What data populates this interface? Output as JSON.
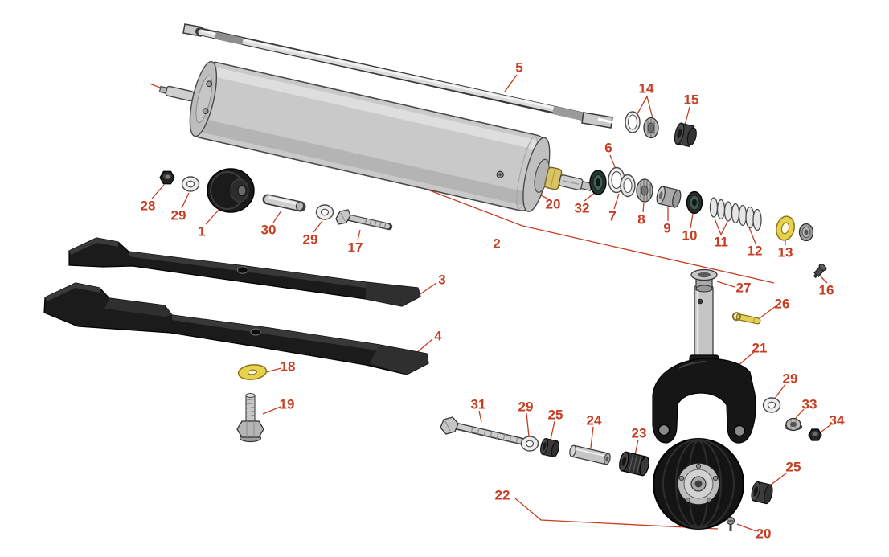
{
  "diagram": {
    "colors": {
      "background": "#ffffff",
      "callout": "#c63d21",
      "body_gray": "#c9c9c9",
      "accent_yellow": "#e7d24b",
      "part_dark": "#1b1b1b"
    },
    "callouts": [
      {
        "part": "5"
      },
      {
        "part": "14"
      },
      {
        "part": "15"
      },
      {
        "part": "6"
      },
      {
        "part": "28"
      },
      {
        "part": "29"
      },
      {
        "part": "1"
      },
      {
        "part": "30"
      },
      {
        "part": "29"
      },
      {
        "part": "17"
      },
      {
        "part": "20"
      },
      {
        "part": "32"
      },
      {
        "part": "7"
      },
      {
        "part": "8"
      },
      {
        "part": "9"
      },
      {
        "part": "10"
      },
      {
        "part": "11"
      },
      {
        "part": "12"
      },
      {
        "part": "13"
      },
      {
        "part": "2"
      },
      {
        "part": "16"
      },
      {
        "part": "3"
      },
      {
        "part": "27"
      },
      {
        "part": "26"
      },
      {
        "part": "4"
      },
      {
        "part": "18"
      },
      {
        "part": "21"
      },
      {
        "part": "29"
      },
      {
        "part": "19"
      },
      {
        "part": "33"
      },
      {
        "part": "34"
      },
      {
        "part": "31"
      },
      {
        "part": "29"
      },
      {
        "part": "25"
      },
      {
        "part": "24"
      },
      {
        "part": "23"
      },
      {
        "part": "25"
      },
      {
        "part": "22"
      },
      {
        "part": "20"
      }
    ]
  }
}
